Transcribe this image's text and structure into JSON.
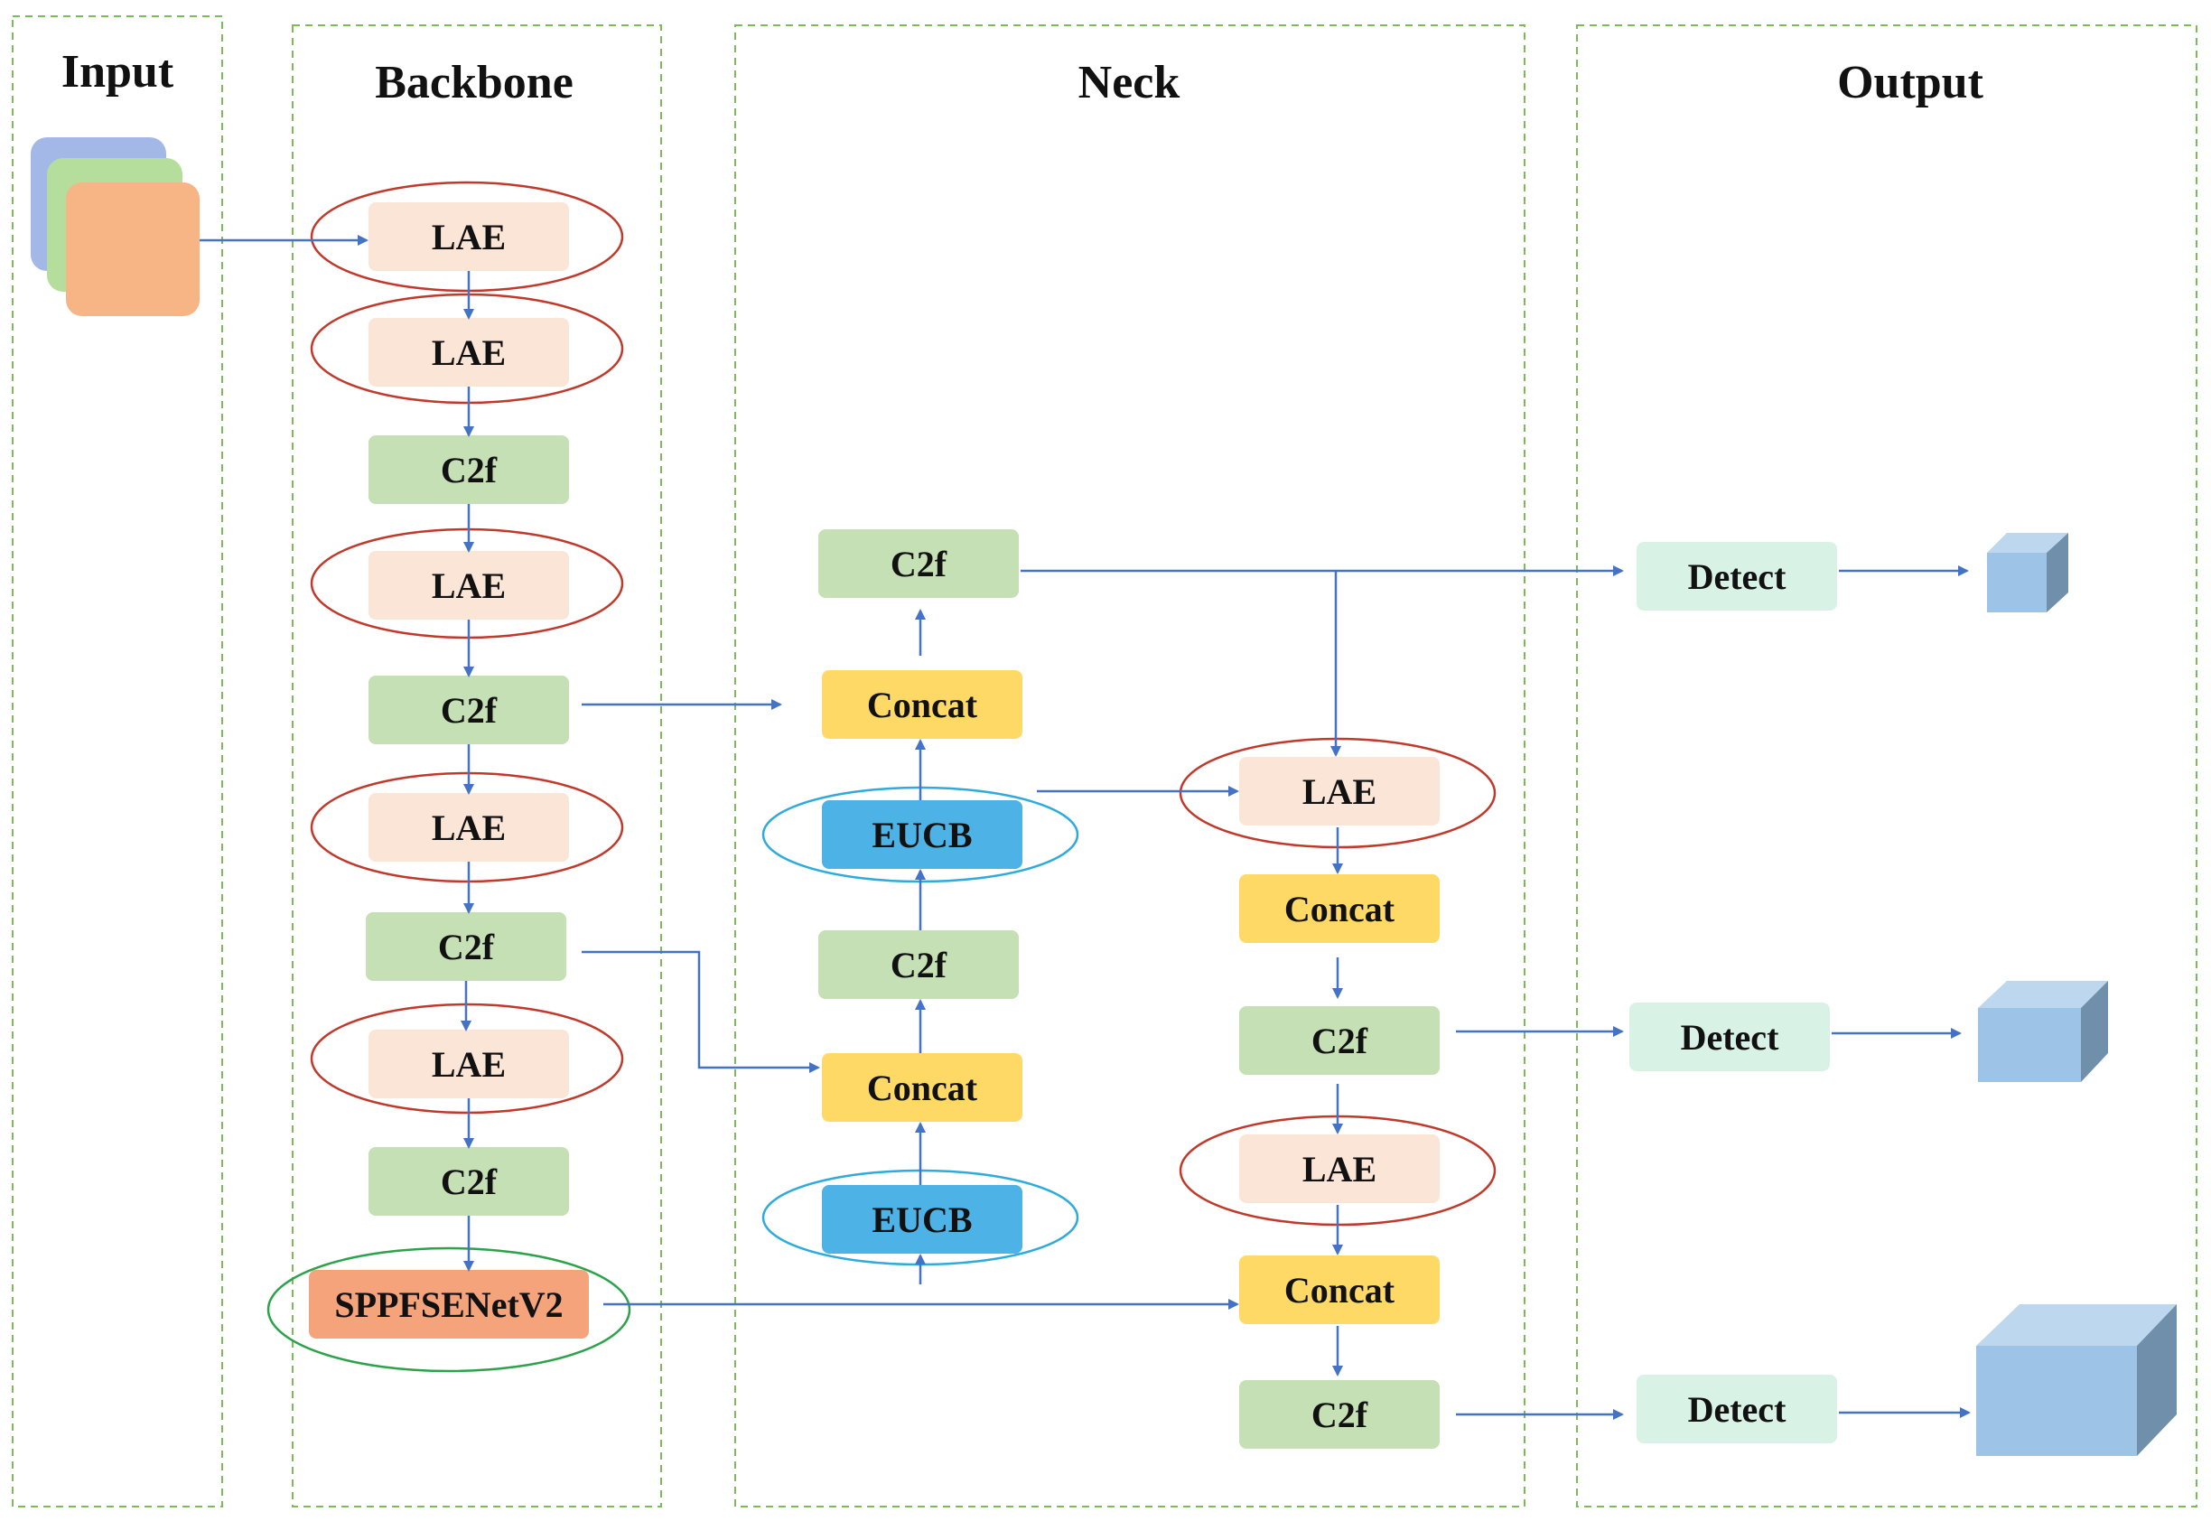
{
  "sections": {
    "input": "Input",
    "backbone": "Backbone",
    "neck": "Neck",
    "output": "Output"
  },
  "backbone": {
    "lae_1": "LAE",
    "lae_2": "LAE",
    "c2f_1": "C2f",
    "lae_3": "LAE",
    "c2f_2": "C2f",
    "lae_4": "LAE",
    "c2f_3": "C2f",
    "lae_5": "LAE",
    "c2f_4": "C2f",
    "sppf": "SPPFSENetV2"
  },
  "neck": {
    "c2f_top": "C2f",
    "concat_1": "Concat",
    "eucb_1": "EUCB",
    "c2f_mid": "C2f",
    "concat_2": "Concat",
    "eucb_2": "EUCB",
    "lae_a": "LAE",
    "concat_3": "Concat",
    "c2f_a": "C2f",
    "lae_b": "LAE",
    "concat_4": "Concat",
    "c2f_b": "C2f"
  },
  "output": {
    "detect_1": "Detect",
    "detect_2": "Detect",
    "detect_3": "Detect"
  },
  "colors": {
    "lae": "#fbe5d6",
    "c2f": "#c5e0b4",
    "concat": "#ffd966",
    "eucb": "#4db3e6",
    "sppf": "#f4a37a",
    "detect": "#d9f2e6",
    "lae_ring": "#c0392b",
    "eucb_ring": "#2eaadc",
    "sppf_ring": "#2ca24a",
    "arrow": "#4472c4",
    "dashed_border": "#7dbb5a",
    "cube_front": "#9dc3e6",
    "cube_top": "#bdd7ee",
    "cube_side": "#6f8fab"
  }
}
